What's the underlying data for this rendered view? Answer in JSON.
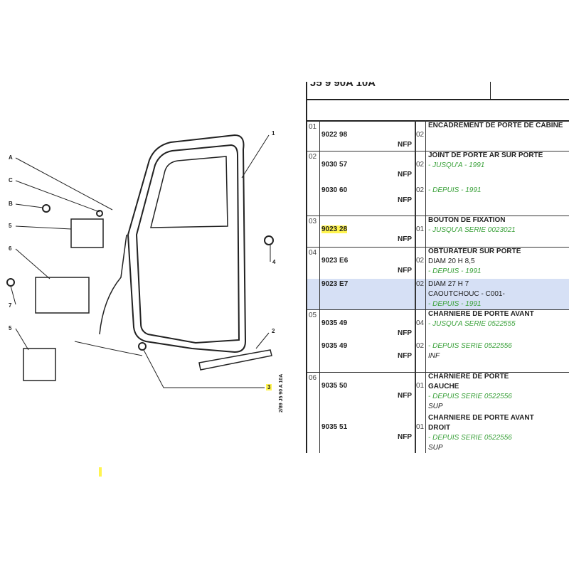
{
  "diagram": {
    "labels": {
      "A": "A",
      "C": "C",
      "B": "B",
      "5a": "5",
      "6": "6",
      "7": "7",
      "5b": "5",
      "1": "1",
      "4": "4",
      "2": "2",
      "3": "3"
    },
    "side_code": "2/89  J5  90 A 10A"
  },
  "table": {
    "header": "J5 9 90A 10A",
    "groups": [
      {
        "no": "01",
        "rows": [
          {
            "part": "9022 98",
            "nfp": "NFP",
            "qty": "02",
            "lines": [
              {
                "t": "ENCADREMENT DE PORTE DE CABINE",
                "s": "b"
              }
            ]
          }
        ]
      },
      {
        "no": "02",
        "rows": [
          {
            "part": "9030 57",
            "nfp": "NFP",
            "qty": "02",
            "lines": [
              {
                "t": "JOINT DE PORTE AR SUR PORTE",
                "s": "b"
              },
              {
                "t": "- JUSQU'A - 1991",
                "s": "g"
              }
            ]
          },
          {
            "part": "9030 60",
            "nfp": "NFP",
            "qty": "02",
            "lines": [
              {
                "t": "- DEPUIS - 1991",
                "s": "g"
              }
            ]
          }
        ]
      },
      {
        "no": "03",
        "rows": [
          {
            "part": "9023 28",
            "nfp": "NFP",
            "qty": "01",
            "highlight": true,
            "lines": [
              {
                "t": "BOUTON DE FIXATION",
                "s": "b"
              },
              {
                "t": "- JUSQU'A SERIE 0023021",
                "s": "g"
              }
            ]
          }
        ]
      },
      {
        "no": "04",
        "rows": [
          {
            "part": "9023 E6",
            "nfp": "NFP",
            "qty": "02",
            "lines": [
              {
                "t": "OBTURATEUR SUR PORTE",
                "s": "b"
              },
              {
                "t": "DIAM 20 H 8,5",
                "s": ""
              },
              {
                "t": "- DEPUIS - 1991",
                "s": "g"
              }
            ]
          },
          {
            "part": "9023 E7",
            "nfp": "",
            "qty": "02",
            "selected": true,
            "lines": [
              {
                "t": "DIAM 27 H 7",
                "s": ""
              },
              {
                "t": "CAOUTCHOUC - C001-",
                "s": ""
              },
              {
                "t": "- DEPUIS - 1991",
                "s": "g"
              }
            ]
          }
        ]
      },
      {
        "no": "05",
        "rows": [
          {
            "part": "9035 49",
            "nfp": "NFP",
            "qty": "04",
            "lines": [
              {
                "t": "CHARNIERE DE PORTE AVANT",
                "s": "b"
              },
              {
                "t": "- JUSQU'A SERIE 0522555",
                "s": "g"
              }
            ]
          },
          {
            "part": "9035 49",
            "nfp": "NFP",
            "qty": "02",
            "lines": [
              {
                "t": "- DEPUIS SERIE 0522556",
                "s": "g"
              },
              {
                "t": "INF",
                "s": "i"
              }
            ]
          }
        ]
      },
      {
        "no": "06",
        "rows": [
          {
            "part": "9035 50",
            "nfp": "NFP",
            "qty": "01",
            "lines": [
              {
                "t": "CHARNIERE DE PORTE",
                "s": "b"
              },
              {
                "t": "GAUCHE",
                "s": "b"
              },
              {
                "t": "- DEPUIS SERIE 0522556",
                "s": "g"
              },
              {
                "t": "SUP",
                "s": "i"
              }
            ]
          },
          {
            "part": "9035 51",
            "nfp": "NFP",
            "qty": "01",
            "lines": [
              {
                "t": "CHARNIERE DE PORTE AVANT",
                "s": "b"
              },
              {
                "t": "DROIT",
                "s": "b"
              },
              {
                "t": "- DEPUIS SERIE 0522556",
                "s": "g"
              },
              {
                "t": "SUP",
                "s": "i"
              }
            ]
          }
        ]
      }
    ]
  }
}
